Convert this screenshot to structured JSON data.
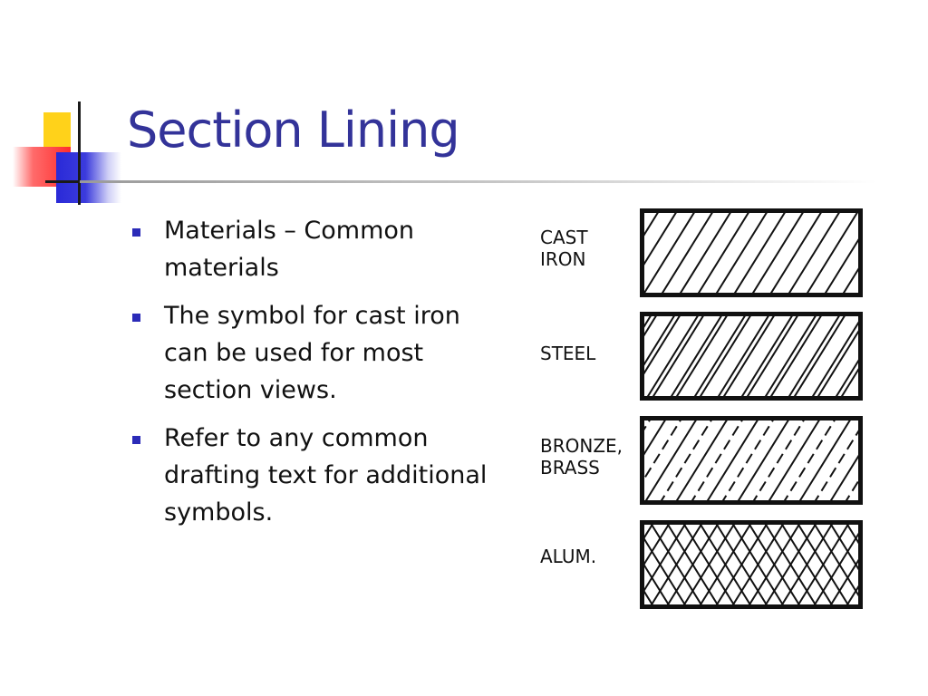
{
  "slide": {
    "title": "Section Lining",
    "bullets": [
      "Materials – Common materials",
      "The symbol for cast iron can be used for most section views.",
      "Refer to any common drafting text for additional symbols."
    ],
    "materials": [
      {
        "label": "CAST\nIRON",
        "pattern": "solid-hatch"
      },
      {
        "label": "STEEL",
        "pattern": "double-solid-hatch"
      },
      {
        "label": "BRONZE,\nBRASS",
        "pattern": "solid-dashed-hatch"
      },
      {
        "label": "ALUM.",
        "pattern": "cross-hatch"
      }
    ]
  },
  "colors": {
    "title": "#333399",
    "bullet_marker": "#2b2bb8",
    "logo_yellow": "#ffd21a",
    "logo_red": "#ff2d2d",
    "logo_blue": "#2a2ad8"
  }
}
